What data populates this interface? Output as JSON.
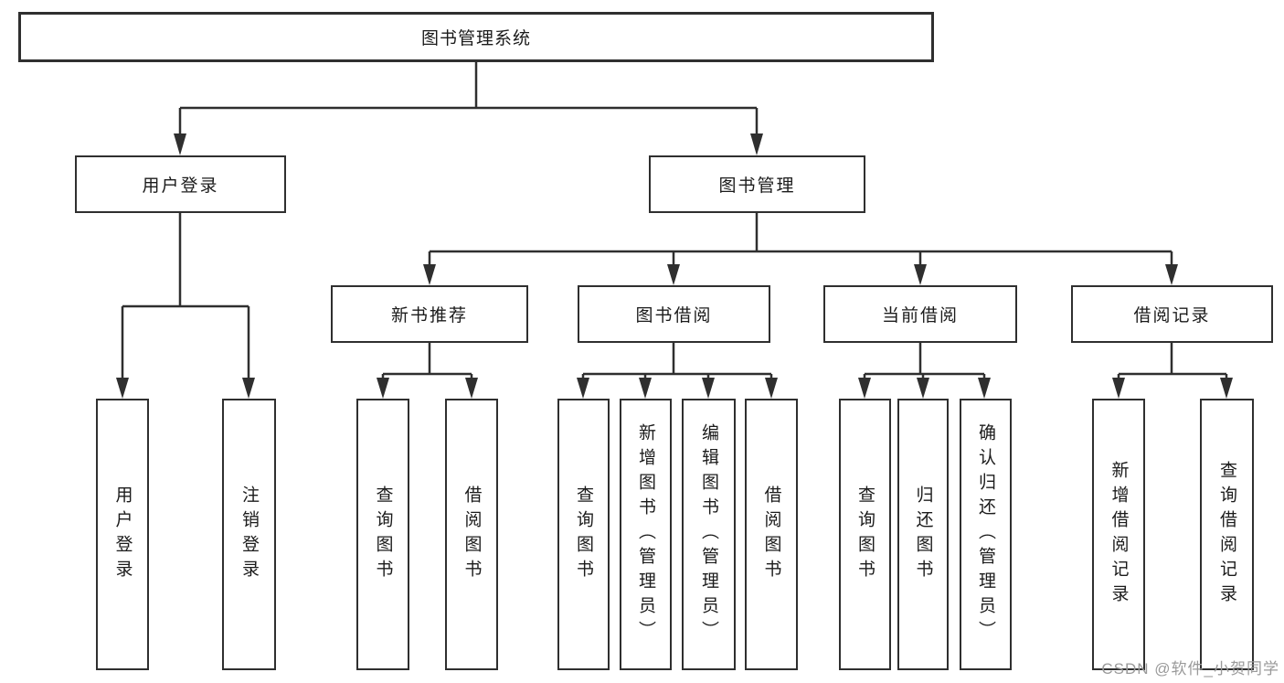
{
  "colors": {
    "background": "#ffffff",
    "line": "#2f2f2f",
    "box_fill": "#ffffff",
    "text": "#1b1b1b",
    "watermark": "#9a9a9a"
  },
  "watermark": {
    "text": "CSDN @软件_小贺同学"
  },
  "diagram": {
    "root": {
      "label": "图书管理系统"
    },
    "branches": [
      {
        "label": "用户登录",
        "children": [
          {
            "label": "用户登录"
          },
          {
            "label": "注销登录"
          }
        ]
      },
      {
        "label": "图书管理",
        "sections": [
          {
            "label": "新书推荐",
            "children": [
              {
                "label": "查询图书"
              },
              {
                "label": "借阅图书"
              }
            ]
          },
          {
            "label": "图书借阅",
            "children": [
              {
                "label": "查询图书"
              },
              {
                "label": "新增图书（管理员）"
              },
              {
                "label": "编辑图书（管理员）"
              },
              {
                "label": "借阅图书"
              }
            ]
          },
          {
            "label": "当前借阅",
            "children": [
              {
                "label": "查询图书"
              },
              {
                "label": "归还图书"
              },
              {
                "label": "确认归还（管理员）"
              }
            ]
          },
          {
            "label": "借阅记录",
            "children": [
              {
                "label": "新增借阅记录"
              },
              {
                "label": "查询借阅记录"
              }
            ]
          }
        ]
      }
    ]
  }
}
